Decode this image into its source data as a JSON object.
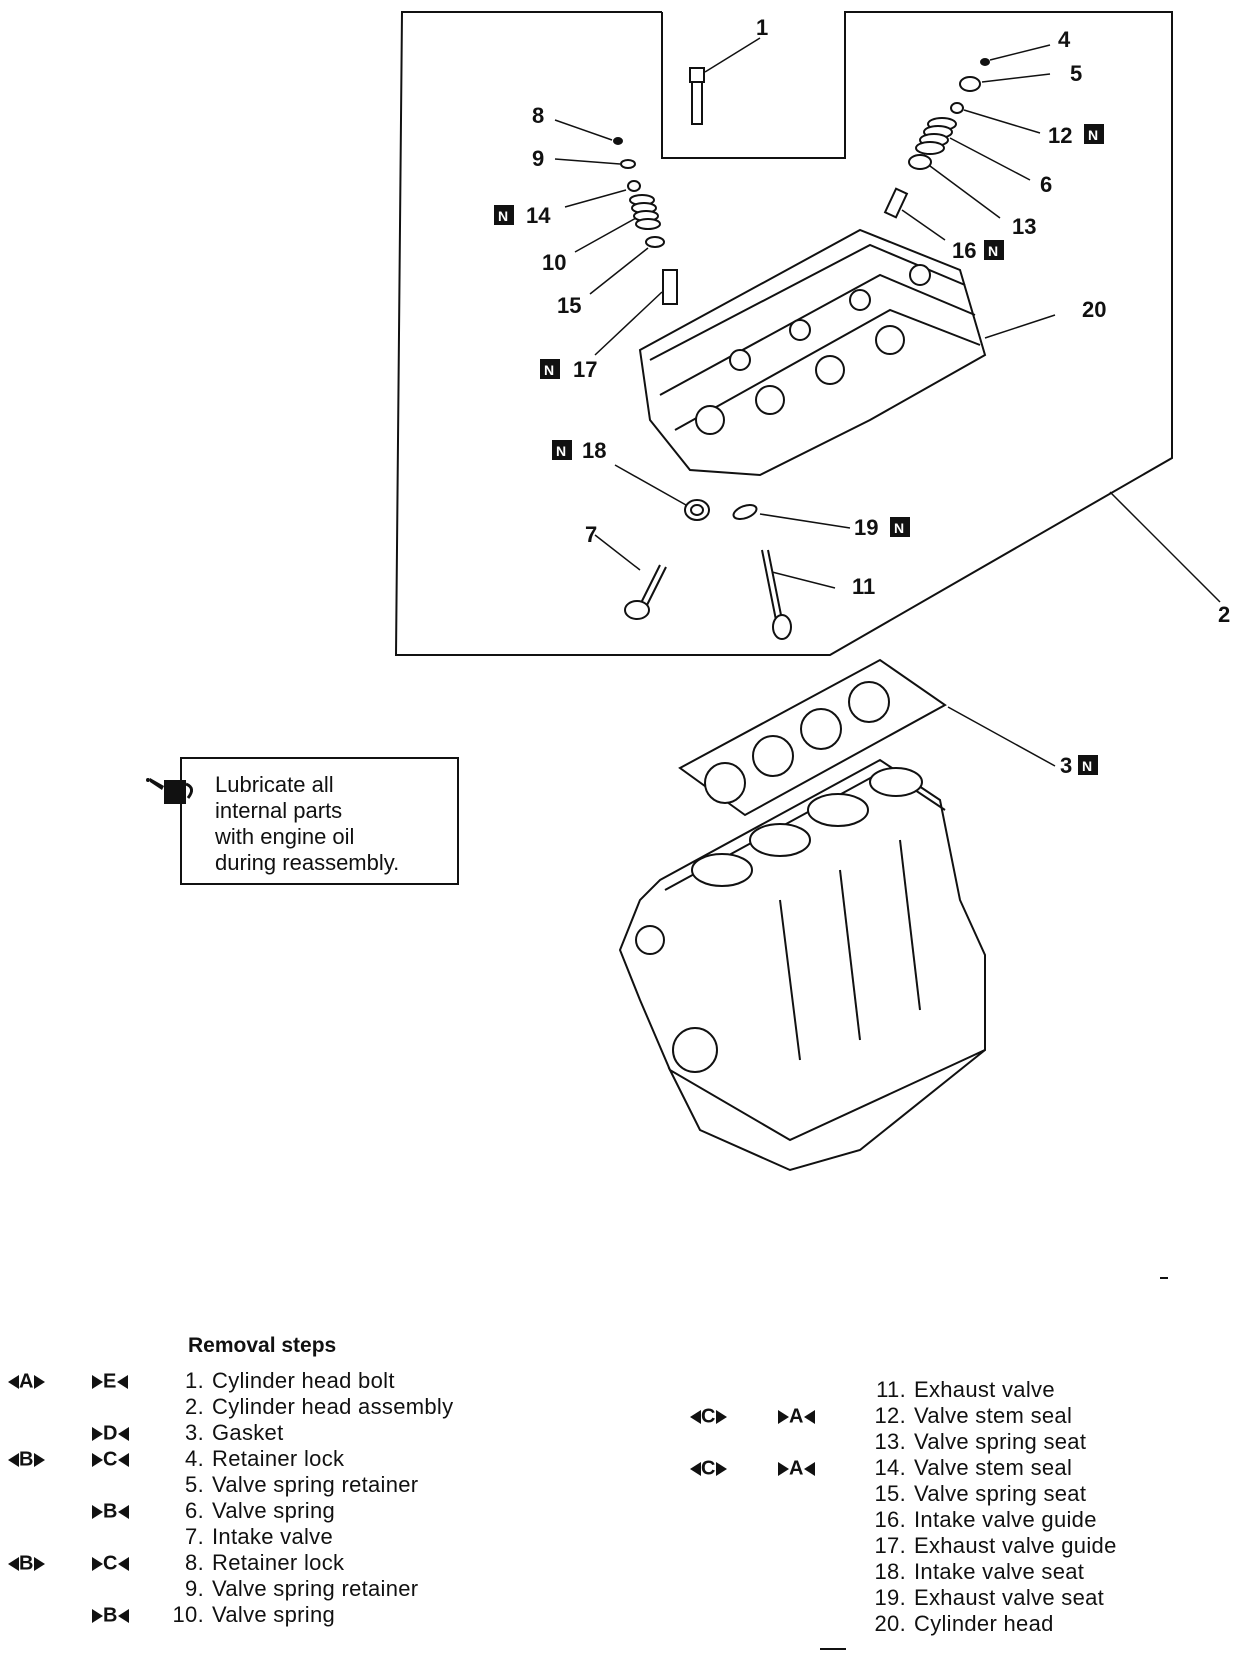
{
  "callouts": [
    {
      "n": "1",
      "new": false
    },
    {
      "n": "2",
      "new": false
    },
    {
      "n": "3",
      "new": true
    },
    {
      "n": "4",
      "new": false
    },
    {
      "n": "5",
      "new": false
    },
    {
      "n": "6",
      "new": false
    },
    {
      "n": "7",
      "new": false
    },
    {
      "n": "8",
      "new": false
    },
    {
      "n": "9",
      "new": false
    },
    {
      "n": "10",
      "new": false
    },
    {
      "n": "11",
      "new": false
    },
    {
      "n": "12",
      "new": true
    },
    {
      "n": "13",
      "new": false
    },
    {
      "n": "14",
      "new": true
    },
    {
      "n": "15",
      "new": false
    },
    {
      "n": "16",
      "new": true
    },
    {
      "n": "17",
      "new": true
    },
    {
      "n": "18",
      "new": true
    },
    {
      "n": "19",
      "new": true
    },
    {
      "n": "20",
      "new": false
    }
  ],
  "new_part_mark": "N",
  "lubricate_note": {
    "lines": [
      "Lubricate all",
      "internal parts",
      "with engine oil",
      "during reassembly."
    ]
  },
  "removal_steps": {
    "title": "Removal steps",
    "left": [
      {
        "num": "1.",
        "text": "Cylinder head bolt",
        "m1": "A",
        "m2": "E"
      },
      {
        "num": "2.",
        "text": "Cylinder head assembly",
        "m1": "",
        "m2": ""
      },
      {
        "num": "3.",
        "text": "Gasket",
        "m1": "",
        "m2": "D"
      },
      {
        "num": "4.",
        "text": "Retainer lock",
        "m1": "B",
        "m2": "C"
      },
      {
        "num": "5.",
        "text": "Valve spring retainer",
        "m1": "",
        "m2": ""
      },
      {
        "num": "6.",
        "text": "Valve spring",
        "m1": "",
        "m2": "B"
      },
      {
        "num": "7.",
        "text": "Intake valve",
        "m1": "",
        "m2": ""
      },
      {
        "num": "8.",
        "text": "Retainer lock",
        "m1": "B",
        "m2": "C"
      },
      {
        "num": "9.",
        "text": "Valve spring retainer",
        "m1": "",
        "m2": ""
      },
      {
        "num": "10.",
        "text": "Valve spring",
        "m1": "",
        "m2": "B"
      }
    ],
    "right": [
      {
        "num": "11.",
        "text": "Exhaust valve",
        "m1": "",
        "m2": ""
      },
      {
        "num": "12.",
        "text": "Valve stem seal",
        "m1": "C",
        "m2": "A"
      },
      {
        "num": "13.",
        "text": "Valve spring seat",
        "m1": "",
        "m2": ""
      },
      {
        "num": "14.",
        "text": "Valve stem seal",
        "m1": "C",
        "m2": "A"
      },
      {
        "num": "15.",
        "text": "Valve spring seat",
        "m1": "",
        "m2": ""
      },
      {
        "num": "16.",
        "text": "Intake valve guide",
        "m1": "",
        "m2": ""
      },
      {
        "num": "17.",
        "text": "Exhaust valve guide",
        "m1": "",
        "m2": ""
      },
      {
        "num": "18.",
        "text": "Intake valve seat",
        "m1": "",
        "m2": ""
      },
      {
        "num": "19.",
        "text": "Exhaust valve seat",
        "m1": "",
        "m2": ""
      },
      {
        "num": "20.",
        "text": "Cylinder head",
        "m1": "",
        "m2": ""
      }
    ]
  }
}
